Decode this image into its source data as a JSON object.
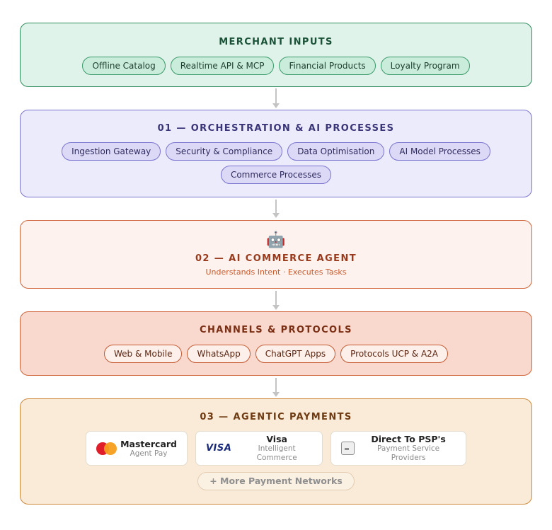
{
  "merchant_inputs": {
    "title": "MERCHANT INPUTS",
    "pills": [
      "Offline Catalog",
      "Realtime API & MCP",
      "Financial Products",
      "Loyalty Program"
    ]
  },
  "orchestration": {
    "title": "01 — ORCHESTRATION & AI PROCESSES",
    "pills": [
      "Ingestion Gateway",
      "Security & Compliance",
      "Data Optimisation",
      "AI Model Processes",
      "Commerce Processes"
    ]
  },
  "agent": {
    "icon": "🤖",
    "icon_name": "robot-icon",
    "title": "02 — AI COMMERCE AGENT",
    "subtitle": "Understands Intent · Executes Tasks"
  },
  "channels": {
    "title": "CHANNELS & PROTOCOLS",
    "pills": [
      "Web & Mobile",
      "WhatsApp",
      "ChatGPT Apps",
      "Protocols UCP & A2A"
    ]
  },
  "payments": {
    "title": "03 — AGENTIC PAYMENTS",
    "cards": [
      {
        "logo": "mastercard-logo",
        "name": "Mastercard",
        "desc": "Agent Pay"
      },
      {
        "logo": "visa-logo",
        "logo_text": "VISA",
        "name": "Visa",
        "desc": "Intelligent Commerce"
      },
      {
        "logo": "card-icon",
        "name": "Direct To PSP's",
        "desc": "Payment Service Providers"
      }
    ],
    "more_label": "+ More Payment Networks"
  },
  "colors": {
    "merchant": "#e0f3ea",
    "orchestration": "#ecebfc",
    "agent": "#fdf2ee",
    "channels": "#f9d9cd",
    "payments": "#faebd8"
  }
}
